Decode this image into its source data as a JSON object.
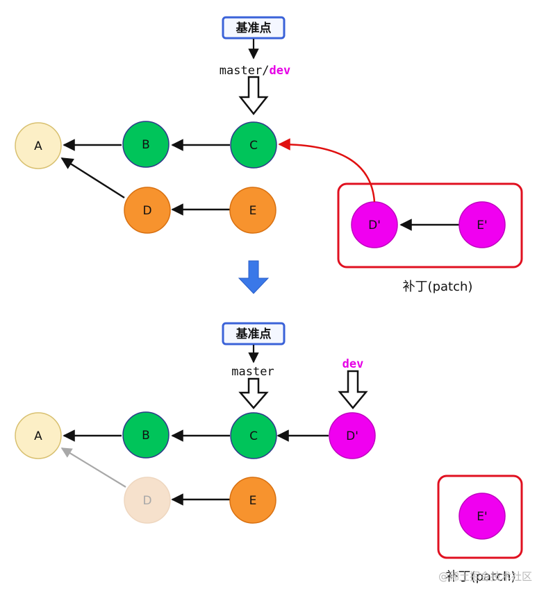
{
  "colors": {
    "node_a": "#fcefc6",
    "node_green": "#00c45a",
    "node_orange": "#f7932e",
    "node_magenta": "#f000f0",
    "node_faded": "#f5dcc4",
    "badge_border": "#3a62d8",
    "patch_box": "#e01020",
    "rebase_arrow": "#e01010",
    "transition_arrow": "#3a78e8",
    "dev_text": "#e600e6"
  },
  "before": {
    "badge": "基准点",
    "ref_master": "master",
    "ref_separator": "/",
    "ref_dev": "dev",
    "nodes": {
      "a": "A",
      "b": "B",
      "c": "C",
      "d": "D",
      "e": "E"
    },
    "patch": {
      "d_prime": "D'",
      "e_prime": "E'",
      "caption": "补丁(patch)"
    }
  },
  "after": {
    "badge": "基准点",
    "ref_master": "master",
    "ref_dev": "dev",
    "nodes": {
      "a": "A",
      "b": "B",
      "c": "C",
      "d_prime": "D'",
      "d": "D",
      "e": "E"
    },
    "patch": {
      "e_prime": "E'",
      "caption": "补丁(patch)"
    }
  },
  "watermark": "@稀土掘金技术社区"
}
